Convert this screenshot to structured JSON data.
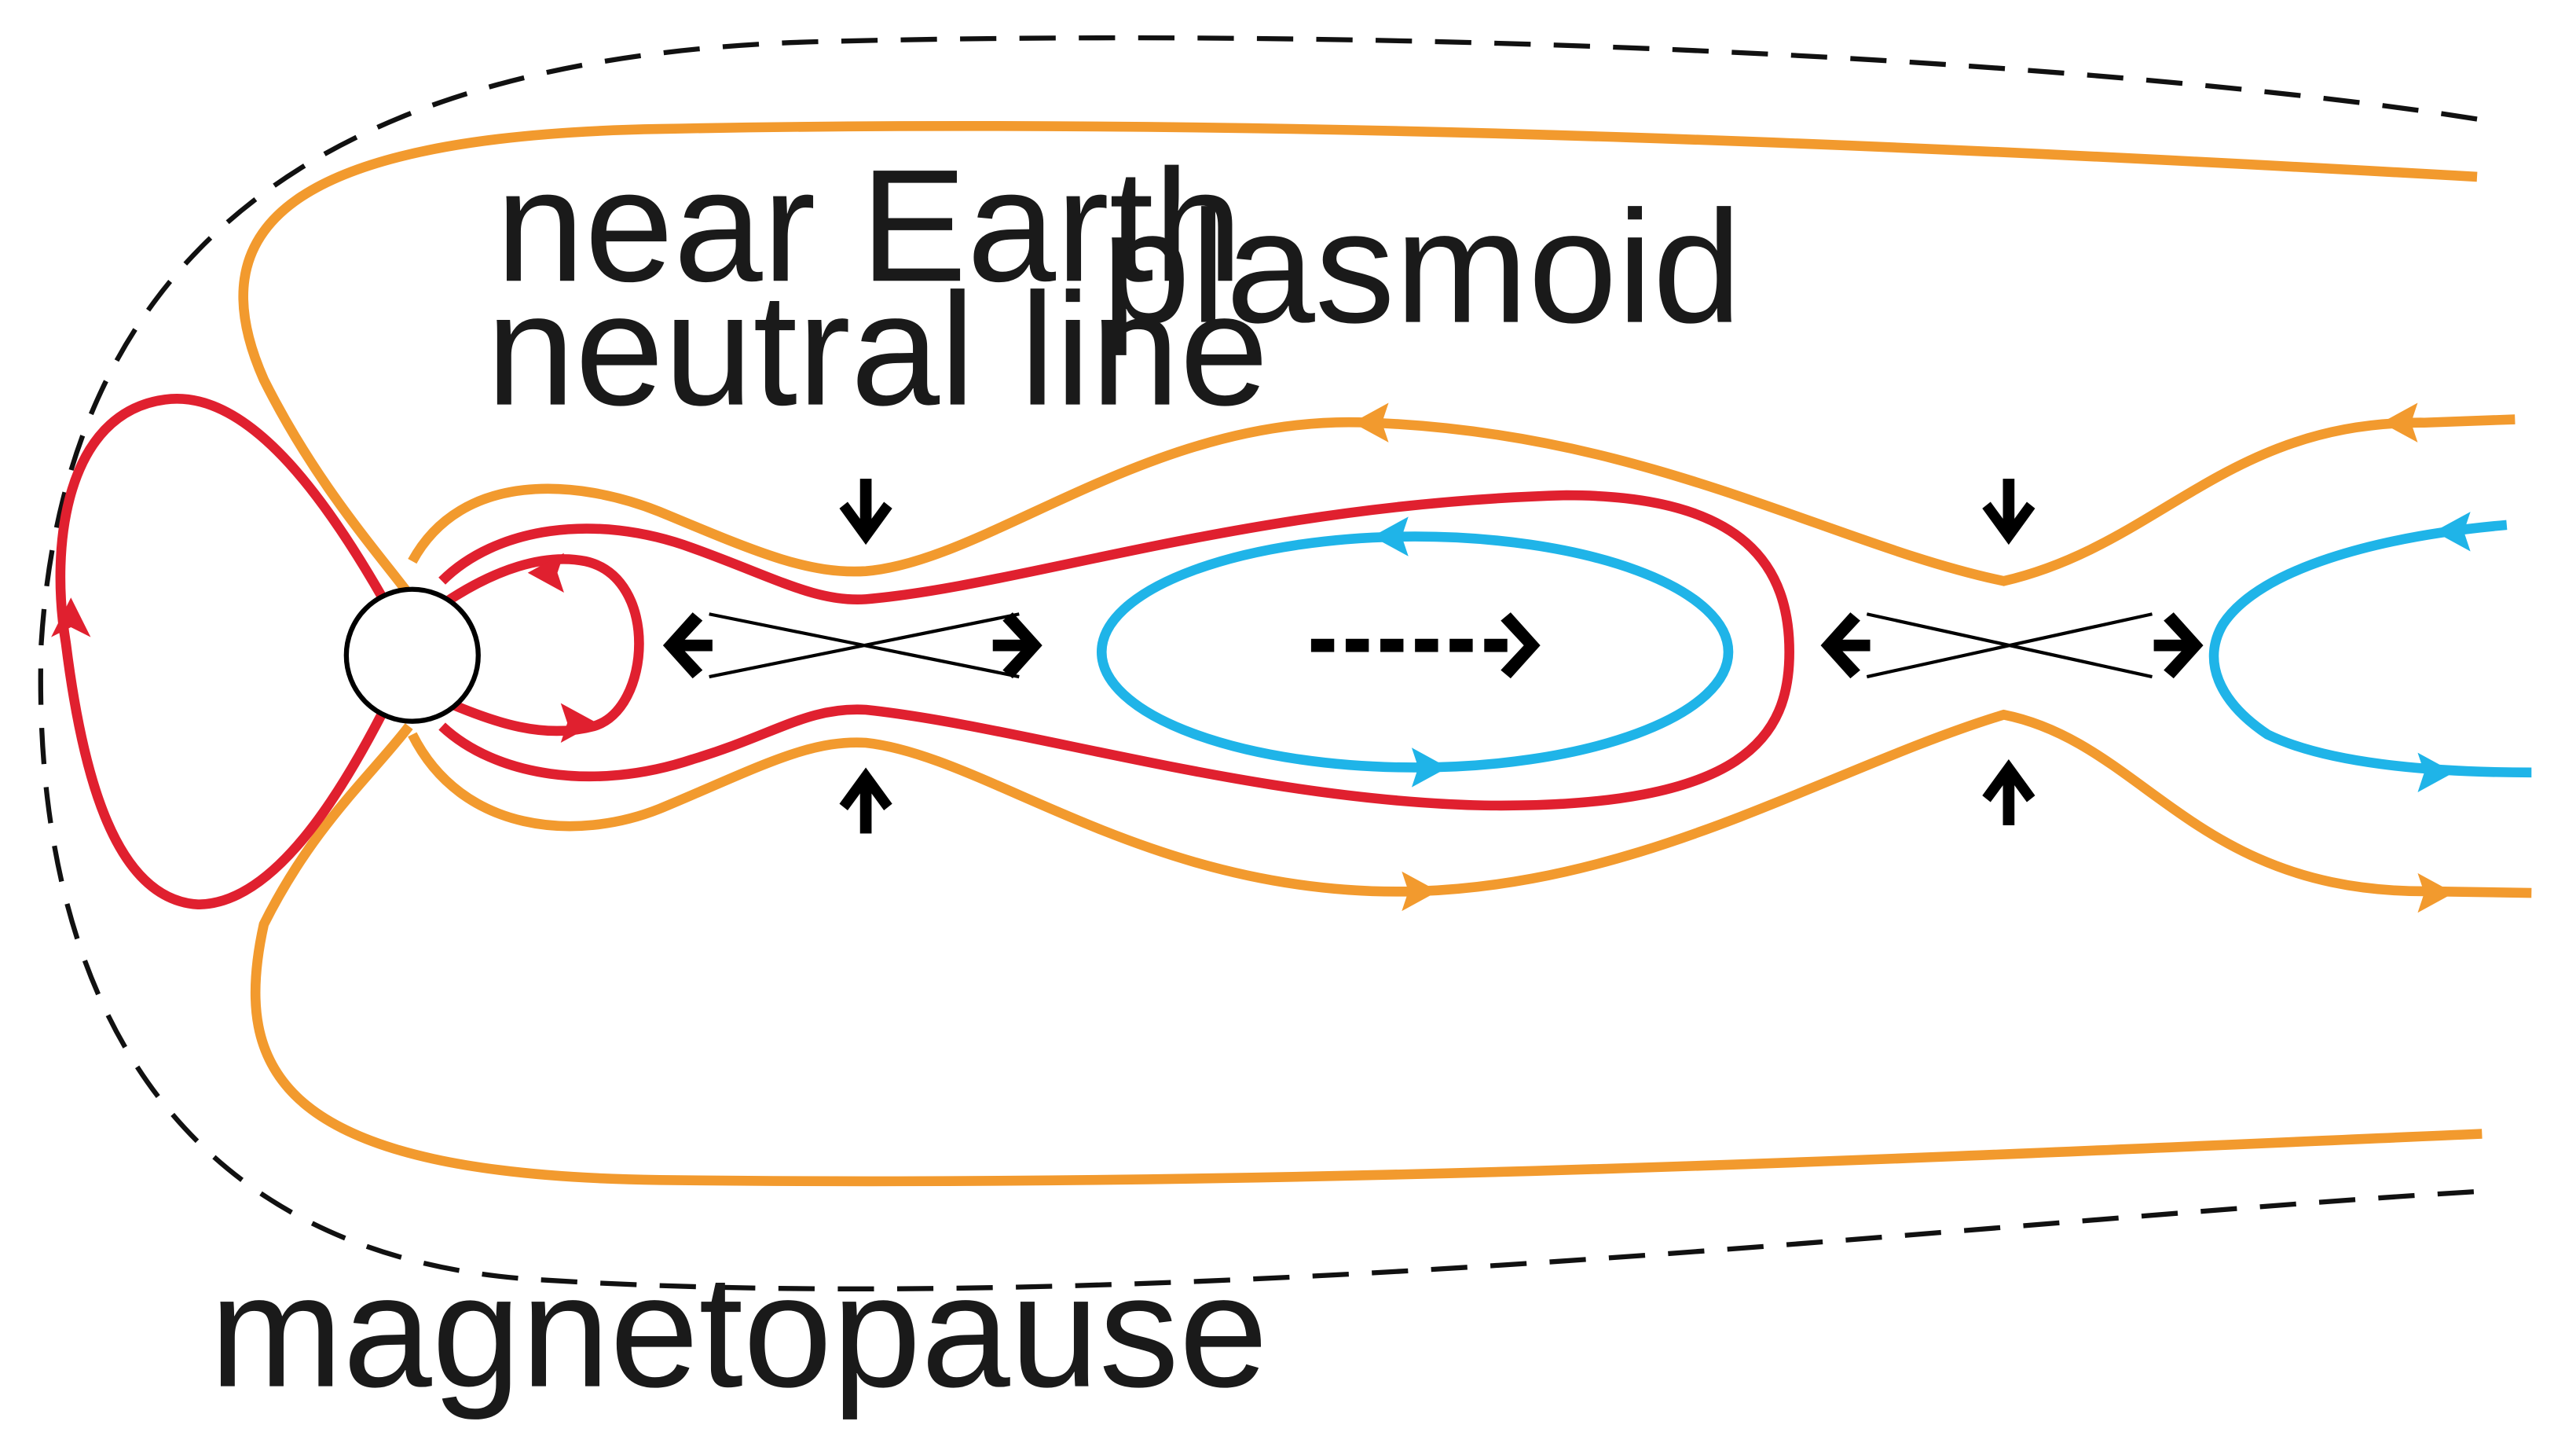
{
  "labels": {
    "near_earth_line1": "near Earth",
    "near_earth_line2": "neutral line",
    "plasmoid": "plasmoid",
    "magnetopause": "magnetopause"
  },
  "colors": {
    "orange_field_line": "#f29a2e",
    "red_field_line": "#e0202f",
    "blue_field_line": "#1fb4e8",
    "magnetopause_dash": "#111111",
    "arrows": "#000000",
    "earth_fill": "#ffffff"
  },
  "icons": {
    "inflow_arrow": "bold-down-up-arrow",
    "outflow_arrow": "bold-chevron-left-right",
    "plasmoid_motion": "dashed-right-arrow"
  }
}
